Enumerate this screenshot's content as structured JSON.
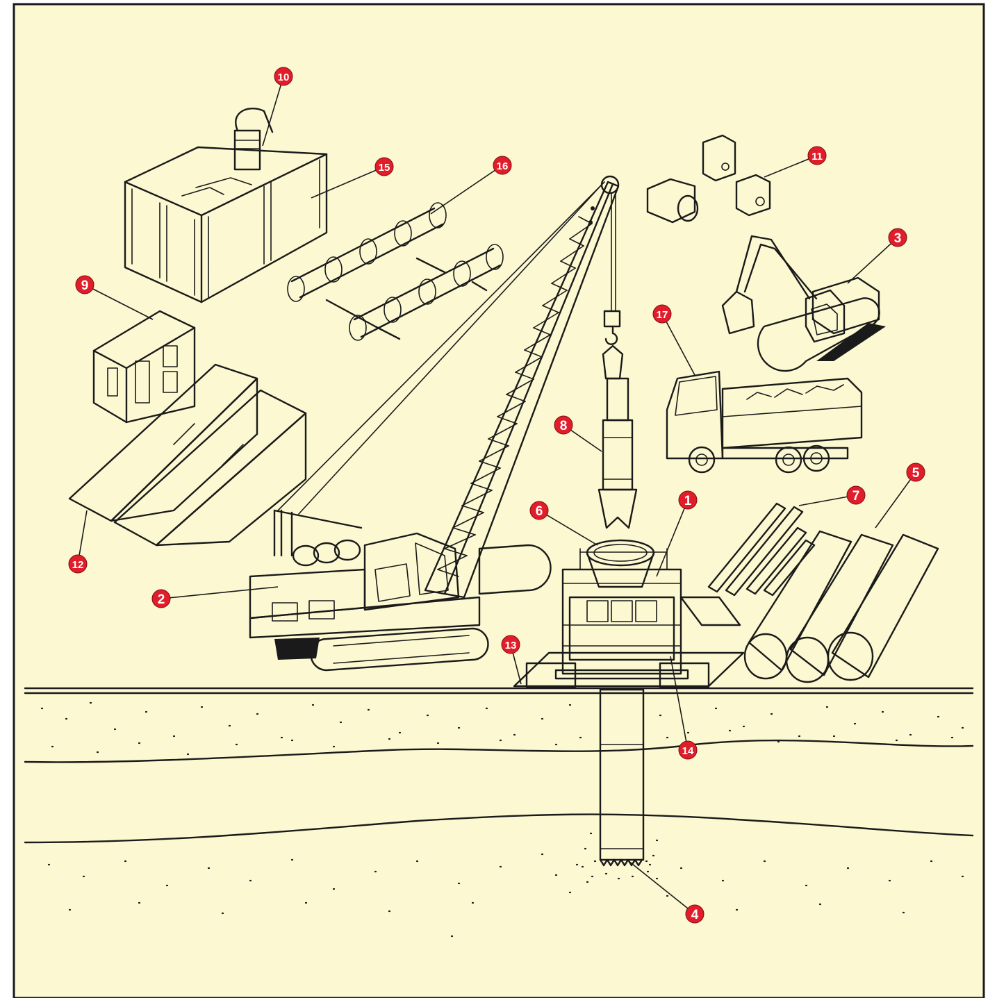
{
  "colors": {
    "background": "#fbf8d2",
    "frame": "#1a1a1a",
    "line": "#1a1a1a",
    "marker": "#e11d2a",
    "marker_text": "#ffffff"
  },
  "markers": [
    {
      "id": "m1",
      "label": "1"
    },
    {
      "id": "m2",
      "label": "2"
    },
    {
      "id": "m3",
      "label": "3"
    },
    {
      "id": "m4",
      "label": "4"
    },
    {
      "id": "m5",
      "label": "5"
    },
    {
      "id": "m6",
      "label": "6"
    },
    {
      "id": "m7",
      "label": "7"
    },
    {
      "id": "m8",
      "label": "8"
    },
    {
      "id": "m9",
      "label": "9"
    },
    {
      "id": "m10",
      "label": "10"
    },
    {
      "id": "m11",
      "label": "11"
    },
    {
      "id": "m12",
      "label": "12"
    },
    {
      "id": "m13",
      "label": "13"
    },
    {
      "id": "m14",
      "label": "14"
    },
    {
      "id": "m15",
      "label": "15"
    },
    {
      "id": "m16",
      "label": "16"
    },
    {
      "id": "m17",
      "label": "17"
    }
  ]
}
